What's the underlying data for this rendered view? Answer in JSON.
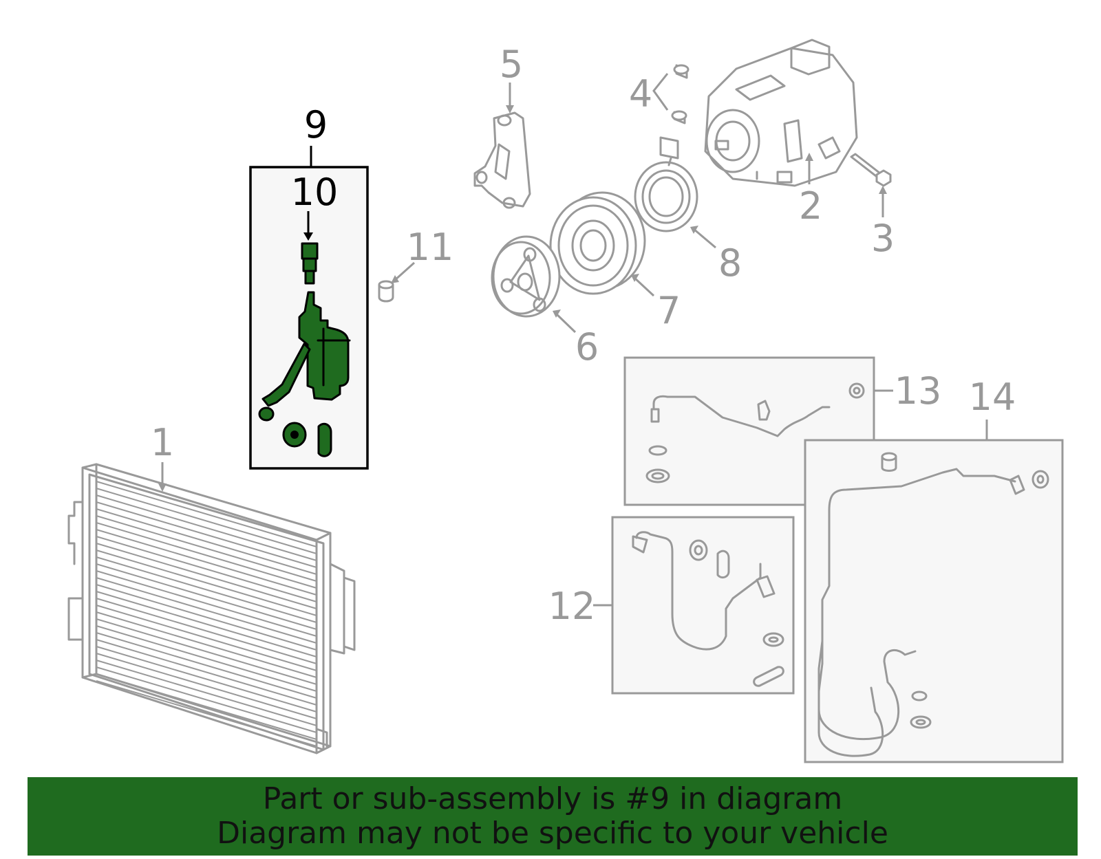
{
  "callouts": {
    "c1": "1",
    "c2": "2",
    "c3": "3",
    "c4": "4",
    "c5": "5",
    "c6": "6",
    "c7": "7",
    "c8": "8",
    "c9": "9",
    "c10": "10",
    "c11": "11",
    "c12": "12",
    "c13": "13",
    "c14": "14"
  },
  "highlight": {
    "part_number": "9",
    "color": "#1f6b1f"
  },
  "banner": {
    "line1": "Part or sub-assembly is #9 in diagram",
    "line2": "Diagram may not be specific to your vehicle",
    "background": "#1f6b1f"
  }
}
